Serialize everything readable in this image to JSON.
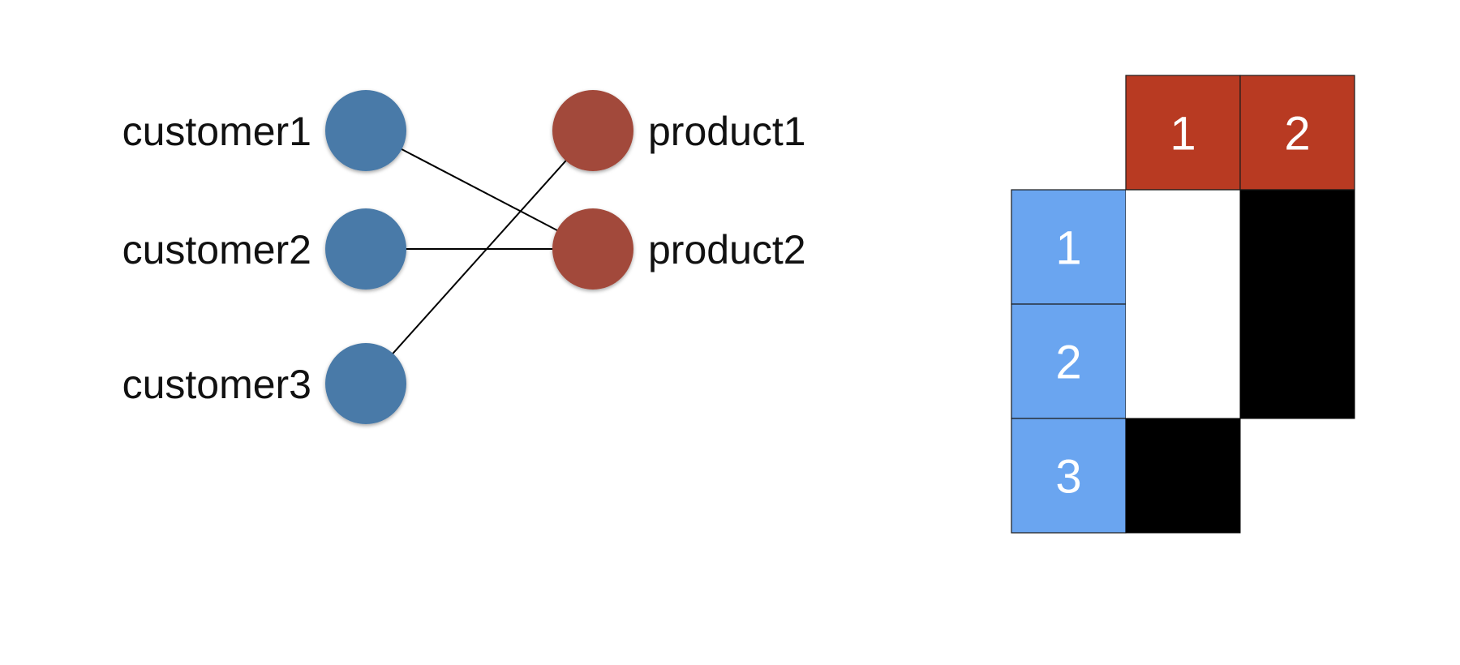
{
  "colors": {
    "customer": "#4a7aa8",
    "product": "#a24a3a",
    "row_header": "#6aa5f0",
    "col_header": "#b83a22",
    "filled": "#000000",
    "empty": "#ffffff",
    "edge": "#000000"
  },
  "graph": {
    "customers": [
      {
        "id": "c1",
        "label": "customer1"
      },
      {
        "id": "c2",
        "label": "customer2"
      },
      {
        "id": "c3",
        "label": "customer3"
      }
    ],
    "products": [
      {
        "id": "p1",
        "label": "product1"
      },
      {
        "id": "p2",
        "label": "product2"
      }
    ],
    "edges": [
      {
        "from": "c1",
        "to": "p2"
      },
      {
        "from": "c2",
        "to": "p2"
      },
      {
        "from": "c3",
        "to": "p1"
      }
    ]
  },
  "matrix": {
    "col_headers": [
      "1",
      "2"
    ],
    "row_headers": [
      "1",
      "2",
      "3"
    ],
    "cells": [
      [
        0,
        1
      ],
      [
        0,
        1
      ],
      [
        1,
        null
      ]
    ]
  }
}
